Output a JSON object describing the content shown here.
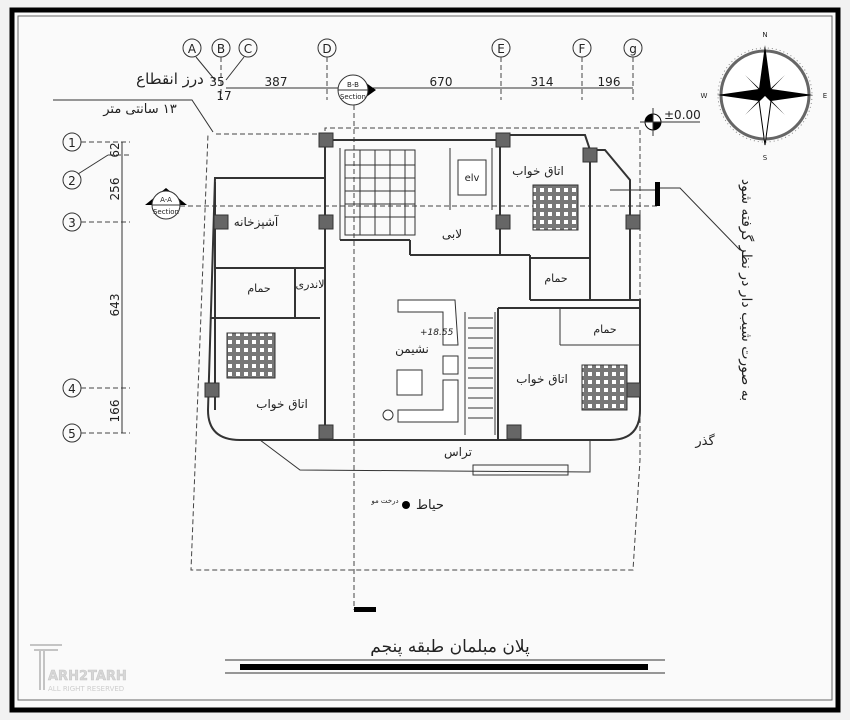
{
  "title": "پلان مبلمان طبقه پنجم",
  "expansion_joint": {
    "label": "درز انقطاع",
    "size": "۱۳ سانتی متر"
  },
  "grid_columns": [
    "A",
    "B",
    "C",
    "D",
    "E",
    "F",
    "g"
  ],
  "grid_rows": [
    "1",
    "2",
    "3",
    "4",
    "5"
  ],
  "dims_horizontal": [
    "35",
    "17",
    "387",
    "670",
    "314",
    "196"
  ],
  "dims_vertical": [
    "62",
    "256",
    "643",
    "166"
  ],
  "sections": {
    "bb": {
      "name": "B-B",
      "label": "Section"
    },
    "aa": {
      "name": "A-A",
      "label": "Section"
    }
  },
  "level": {
    "base": "±0.00",
    "floor": "+18.55"
  },
  "compass": {
    "n": "N",
    "s": "S",
    "e": "E",
    "w": "W"
  },
  "rooms": {
    "kitchen": "آشپزخانه",
    "bath_left": "حمام",
    "laundry": "لاندری",
    "bedroom_left": "اتاق خواب",
    "lobby": "لابی",
    "elevator": "elv",
    "bedroom_top_right": "اتاق خواب",
    "bath_right1": "حمام",
    "bath_right2": "حمام",
    "living": "نشیمن",
    "bedroom_right": "اتاق خواب",
    "terrace": "تراس",
    "yard": "حیاط",
    "tree": "درخت مو",
    "passage": "گذر"
  },
  "note": "به صورت شیب دار در نظر گرفته شود",
  "watermark": {
    "brand": "ARH2TARH",
    "rights": "ALL RIGHT RESERVED"
  }
}
